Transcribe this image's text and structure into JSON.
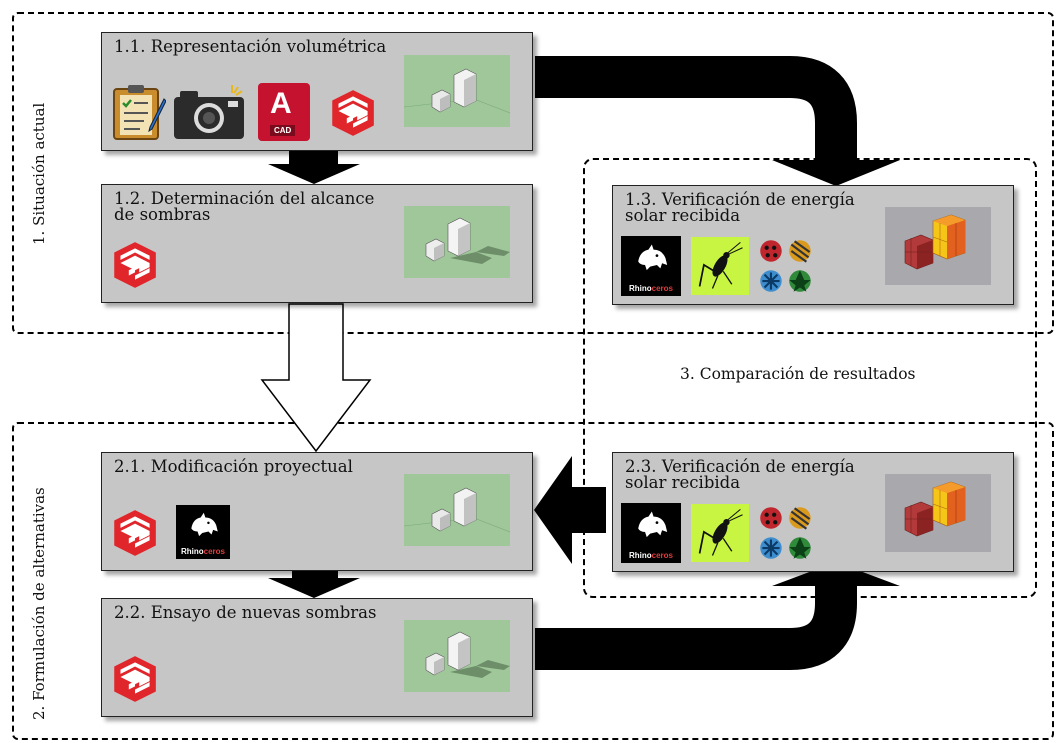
{
  "regions": {
    "current": {
      "label": "1. Situación actual"
    },
    "alternatives": {
      "label": "2. Formulación de alternativas"
    },
    "comparison": {
      "label": "3. Comparación de resultados"
    }
  },
  "boxes": {
    "b11": {
      "title": "1.1. Representación volumétrica",
      "icons": [
        "survey-form-icon",
        "camera-icon",
        "autocad-icon",
        "sketchup-icon"
      ]
    },
    "b12": {
      "title": "1.2. Determinación del alcance\nde sombras",
      "icons": [
        "sketchup-icon"
      ]
    },
    "b13": {
      "title": "1.3. Verificación de energía\nsolar recibida",
      "icons": [
        "rhinoceros-icon",
        "grasshopper-icon",
        "ladybug-plugins-icon"
      ]
    },
    "b21": {
      "title": "2.1. Modificación proyectual",
      "icons": [
        "sketchup-icon",
        "rhinoceros-icon"
      ]
    },
    "b22": {
      "title": "2.2. Ensayo de nuevas sombras",
      "icons": [
        "sketchup-icon"
      ]
    },
    "b23": {
      "title": "2.3. Verificación de energía\nsolar recibida",
      "icons": [
        "rhinoceros-icon",
        "grasshopper-icon",
        "ladybug-plugins-icon"
      ]
    }
  },
  "logos": {
    "autocad_text": "CAD",
    "autocad_letter": "A",
    "rhino_main": "Rhino",
    "rhino_accent": "ceros"
  },
  "colors": {
    "box_fill": "#c6c6c6",
    "thumb_green": "#9fc79a",
    "sketchup_red": "#e0252b",
    "autocad_red": "#c4122f",
    "grasshopper_green": "#c8f542",
    "energy_red": "#c0392b",
    "energy_yellow": "#f5c518"
  }
}
